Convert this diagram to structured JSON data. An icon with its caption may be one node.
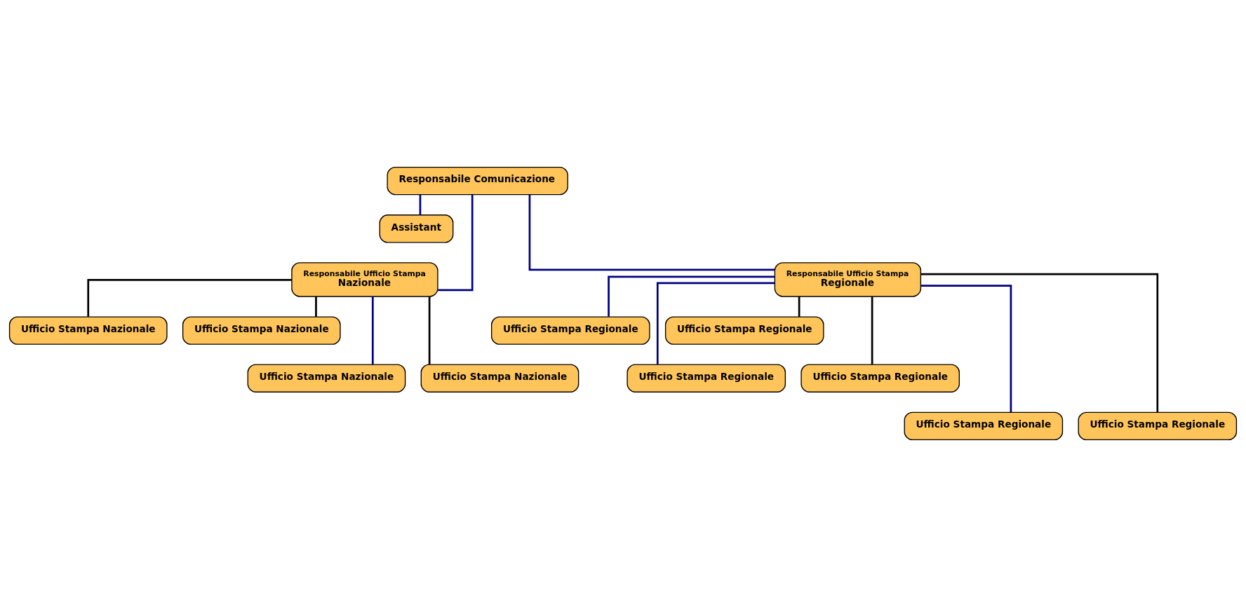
{
  "diagram": {
    "nodes": [
      {
        "text": [
          "Responsabile Comunicazione"
        ]
      },
      {
        "text": [
          "Assistant"
        ]
      },
      {
        "text": [
          "Responsabile Ufficio Stampa",
          "Nazionale"
        ]
      },
      {
        "text": [
          "Responsabile Ufficio Stampa",
          "Regionale"
        ]
      },
      {
        "text": [
          "Ufficio Stampa Nazionale"
        ]
      },
      {
        "text": [
          "Ufficio Stampa Nazionale"
        ]
      },
      {
        "text": [
          "Ufficio Stampa Nazionale"
        ]
      },
      {
        "text": [
          "Ufficio Stampa Nazionale"
        ]
      },
      {
        "text": [
          "Ufficio Stampa Regionale"
        ]
      },
      {
        "text": [
          "Ufficio Stampa Regionale"
        ]
      },
      {
        "text": [
          "Ufficio Stampa Regionale"
        ]
      },
      {
        "text": [
          "Ufficio Stampa Regionale"
        ]
      },
      {
        "text": [
          "Ufficio Stampa Regionale"
        ]
      },
      {
        "text": [
          "Ufficio Stampa Regionale"
        ]
      }
    ],
    "edges": [
      {
        "from": 0,
        "to": 1,
        "arrow": "none"
      },
      {
        "from": 0,
        "to": 2,
        "arrow": "none"
      },
      {
        "from": 0,
        "to": 3,
        "arrow": "none"
      },
      {
        "from": 2,
        "to": 4,
        "arrow": "none",
        "color": "#000000"
      },
      {
        "from": 2,
        "to": 5,
        "arrow": "none",
        "color": "#000000"
      },
      {
        "from": 2,
        "to": 6,
        "arrow": "none"
      },
      {
        "from": 2,
        "to": 7,
        "arrow": "none",
        "color": "#000000"
      },
      {
        "from": 3,
        "to": 8,
        "arrow": "none"
      },
      {
        "from": 3,
        "to": 9,
        "arrow": "none",
        "color": "#000000"
      },
      {
        "from": 3,
        "to": 10,
        "arrow": "none"
      },
      {
        "from": 3,
        "to": 11,
        "arrow": "none",
        "color": "#000000"
      },
      {
        "from": 3,
        "to": 12,
        "arrow": "none"
      },
      {
        "from": 3,
        "to": 13,
        "arrow": "none",
        "color": "#000000"
      }
    ]
  }
}
